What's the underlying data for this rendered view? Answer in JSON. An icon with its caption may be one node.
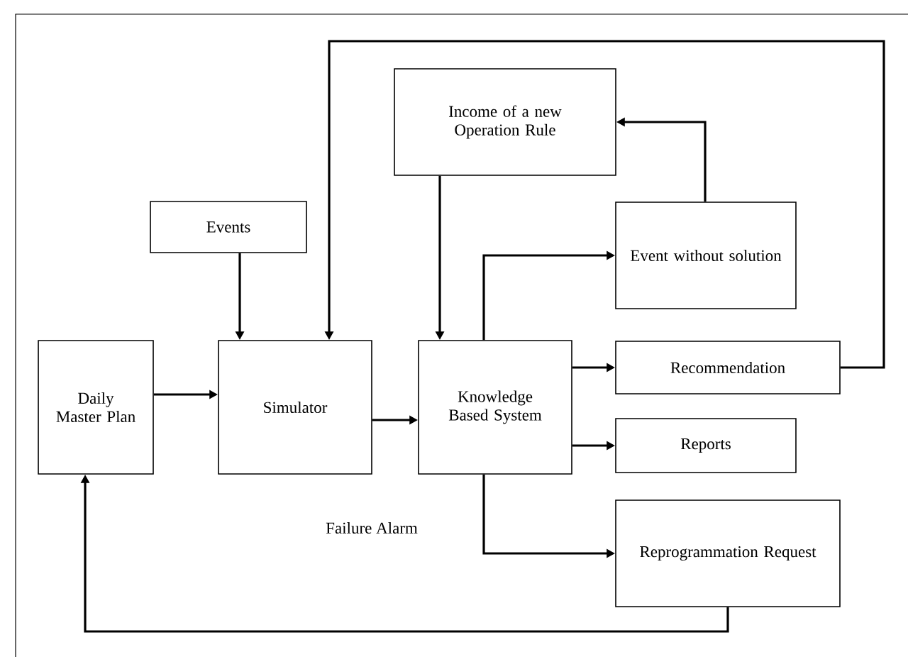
{
  "diagram": {
    "nodes": [
      {
        "text": [
          "Daily Master Plan"
        ]
      },
      {
        "text": [
          "Events"
        ]
      },
      {
        "text": [
          "Simulator"
        ]
      },
      {
        "text": [
          "Income of a new Operation Rule"
        ]
      },
      {
        "text": [
          "Knowledge Based System"
        ]
      },
      {
        "text": [
          "Event without solution"
        ]
      },
      {
        "text": [
          "Recommendation"
        ]
      },
      {
        "text": [
          "Reports"
        ]
      },
      {
        "text": [
          "Reprogrammation Request"
        ]
      }
    ],
    "edges": [
      {
        "from": 1,
        "to": 2,
        "arrow": "to"
      },
      {
        "from": 0,
        "to": 2,
        "arrow": "to"
      },
      {
        "from": 2,
        "to": 4,
        "arrow": "to"
      },
      {
        "from": 3,
        "to": 4,
        "arrow": "to"
      },
      {
        "from": 4,
        "to": 5,
        "arrow": "to"
      },
      {
        "from": 5,
        "to": 3,
        "arrow": "to"
      },
      {
        "from": 4,
        "to": 6,
        "arrow": "to"
      },
      {
        "from": 6,
        "to": 2,
        "arrow": "to"
      },
      {
        "from": 4,
        "to": 7,
        "arrow": "to"
      },
      {
        "from": 4,
        "to": 8,
        "arrow": "to"
      },
      {
        "from": 8,
        "to": 0,
        "arrow": "to"
      }
    ],
    "labels": [
      "Failure Alarm"
    ]
  }
}
